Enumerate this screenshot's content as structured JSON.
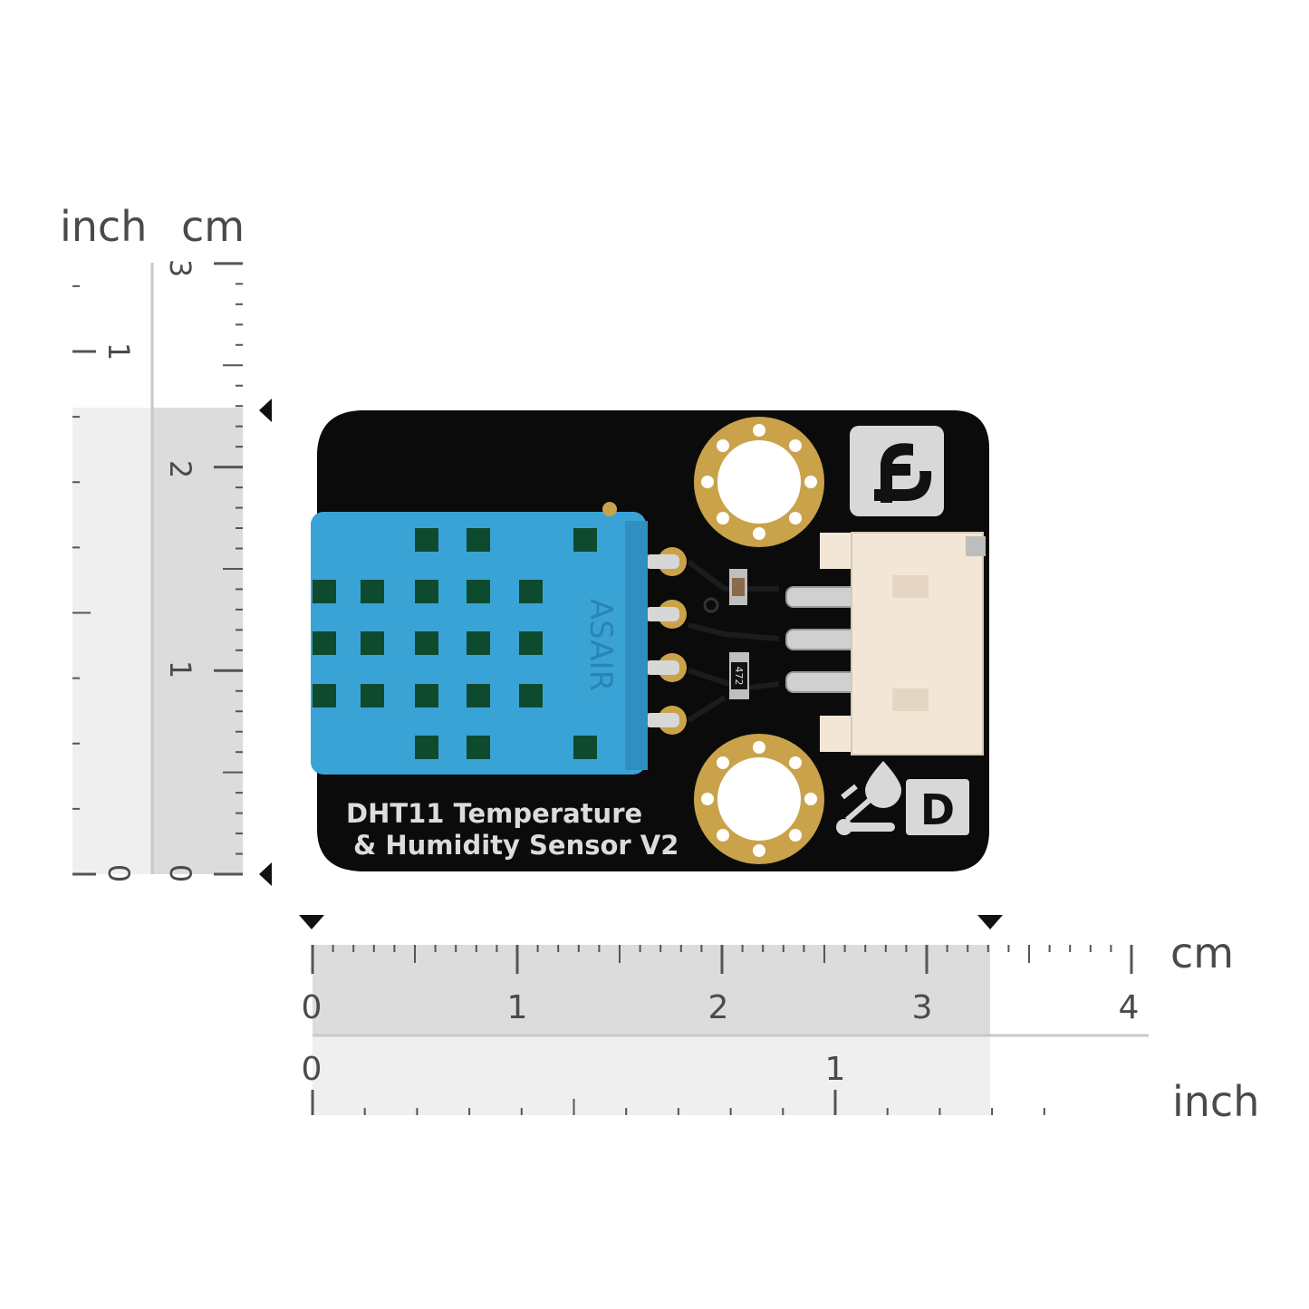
{
  "vertical_ruler": {
    "unit_labels": {
      "inch": "inch",
      "cm": "cm"
    },
    "inch_numbers": [
      "0",
      "1"
    ],
    "cm_numbers": [
      "0",
      "1",
      "2",
      "3"
    ],
    "highlight": "board height"
  },
  "horizontal_ruler": {
    "unit_labels": {
      "cm": "cm",
      "inch": "inch"
    },
    "cm_numbers": [
      "0",
      "1",
      "2",
      "3",
      "4"
    ],
    "inch_numbers": [
      "0",
      "1"
    ],
    "highlight": "board width"
  },
  "board": {
    "silkscreen_line1": "DHT11 Temperature",
    "silkscreen_line2": "& Humidity Sensor V2",
    "sensor_marking": "ASAIR",
    "logo_letter": "D",
    "resistor_marking": "472",
    "colors": {
      "pcb": "#0b0b0b",
      "sensor": "#3aa3d6",
      "connector": "#f2e6d6",
      "pad_gold": "#c9a24a",
      "ruler_fill": "#dcdcdc",
      "ruler_tick": "#555555"
    }
  }
}
